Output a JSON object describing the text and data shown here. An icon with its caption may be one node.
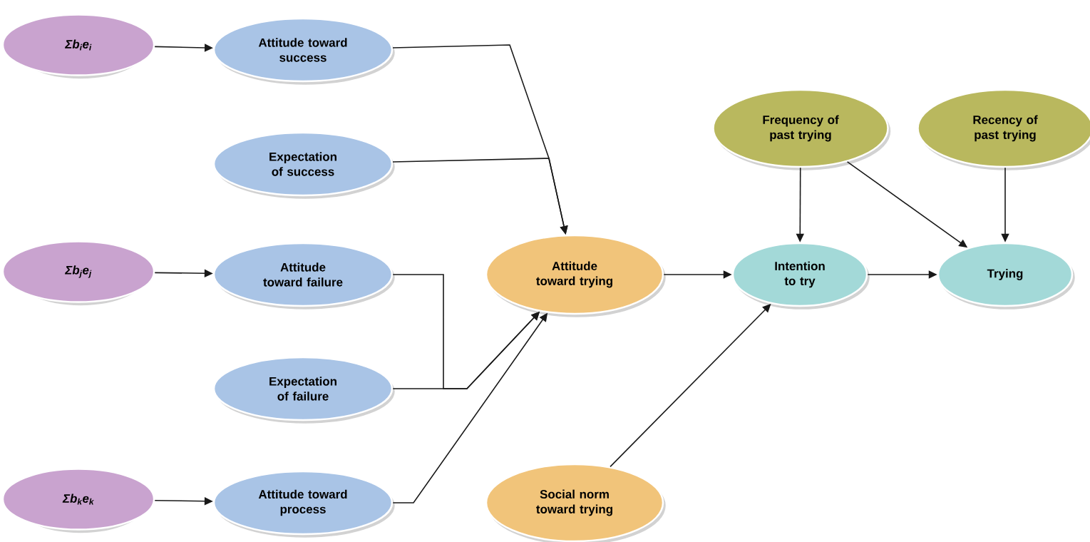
{
  "diagram": {
    "nodes": [
      {
        "text": [
          "Σb$_{i}$e$_{i}$"
        ]
      },
      {
        "text": [
          "Attitude toward success"
        ]
      },
      {
        "text": [
          "Expectation of success"
        ]
      },
      {
        "text": [
          "Σb$_{j}$e$_{j}$"
        ]
      },
      {
        "text": [
          "Attitude toward failure"
        ]
      },
      {
        "text": [
          "Attitude toward trying"
        ]
      },
      {
        "text": [
          "Frequency of past trying"
        ]
      },
      {
        "text": [
          "Recency of past trying"
        ]
      },
      {
        "text": [
          "Intention to try"
        ]
      },
      {
        "text": [
          "Trying"
        ]
      },
      {
        "text": [
          "Expectation of failure"
        ]
      },
      {
        "text": [
          "Σb$_{k}$e$_{k}$"
        ]
      },
      {
        "text": [
          "Attitude toward process"
        ]
      },
      {
        "text": [
          "Social norm toward trying"
        ]
      }
    ],
    "edges": [
      {
        "from": 0,
        "to": 1,
        "arrow": "to"
      },
      {
        "from": 1,
        "to": 5,
        "arrow": "to"
      },
      {
        "from": 2,
        "to": 5,
        "arrow": "to"
      },
      {
        "from": 3,
        "to": 4,
        "arrow": "to"
      },
      {
        "from": 4,
        "to": 5,
        "arrow": "to"
      },
      {
        "from": 10,
        "to": 5,
        "arrow": "to"
      },
      {
        "from": 11,
        "to": 12,
        "arrow": "to"
      },
      {
        "from": 12,
        "to": 5,
        "arrow": "to"
      },
      {
        "from": 5,
        "to": 8,
        "arrow": "to"
      },
      {
        "from": 6,
        "to": 8,
        "arrow": "to"
      },
      {
        "from": 6,
        "to": 9,
        "arrow": "to"
      },
      {
        "from": 7,
        "to": 9,
        "arrow": "to"
      },
      {
        "from": 8,
        "to": 9,
        "arrow": "to"
      },
      {
        "from": 13,
        "to": 8,
        "arrow": "to"
      }
    ]
  }
}
